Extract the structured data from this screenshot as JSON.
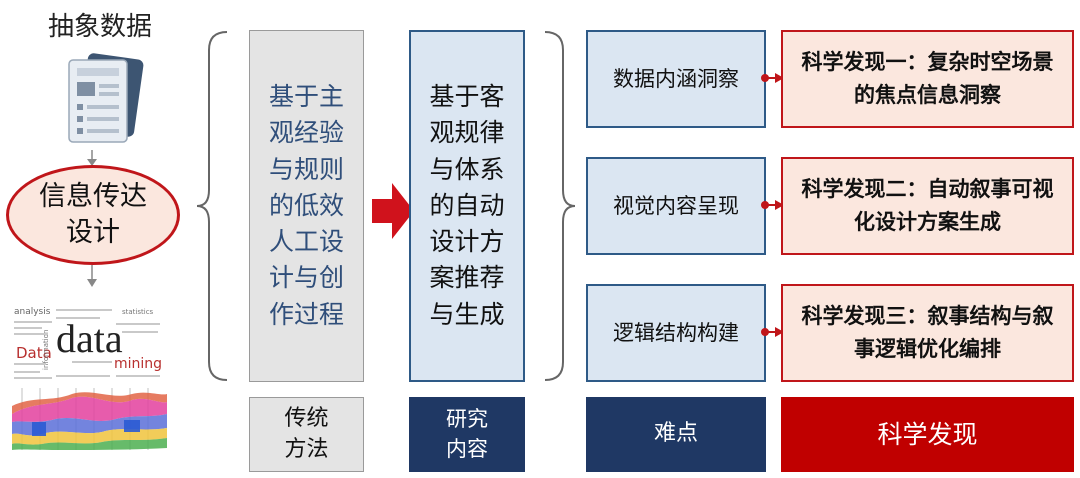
{
  "left_column": {
    "title": "抽象数据",
    "ellipse_label": "信息传达设计",
    "wordcloud_words": [
      "analysis",
      "data",
      "Data",
      "mining",
      "information",
      "statistics"
    ]
  },
  "traditional": {
    "text": "基于主观经验与规则的低效人工设计与创作过程",
    "label": "传统方法"
  },
  "research": {
    "text": "基于客观规律与体系的自动设计方案推荐与生成",
    "label": "研究内容"
  },
  "difficulties": {
    "items": [
      "数据内涵洞察",
      "视觉内容呈现",
      "逻辑结构构建"
    ],
    "label": "难点"
  },
  "discoveries": {
    "items": [
      "科学发现一：复杂时空场景的焦点信息洞察",
      "科学发现二：自动叙事可视化设计方案生成",
      "科学发现三：叙事结构与叙事逻辑优化编排"
    ],
    "label": "科学发现"
  },
  "colors": {
    "accent_red": "#c0161a",
    "navy": "#1f3864",
    "blue_border": "#2e5a87",
    "light_blue": "#dbe6f2",
    "light_pink": "#fbe7de",
    "grey": "#e4e4e4"
  }
}
